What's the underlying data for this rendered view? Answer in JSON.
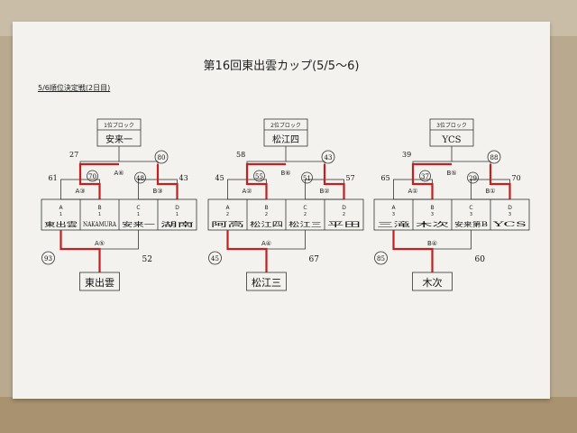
{
  "title": "第16回東出雲カップ(5/5〜6)",
  "subtitle": "5/6順位決定戦(2日目)",
  "blocks": [
    {
      "block_label": "1位ブロック",
      "winner_top": "安来一",
      "final_id": "A⑥",
      "semi_left": "A③",
      "semi_right": "B③",
      "teams": [
        {
          "grp": "A",
          "num": "1",
          "name": "東出雲"
        },
        {
          "grp": "B",
          "num": "1",
          "name": "NAKAMURA"
        },
        {
          "grp": "C",
          "num": "1",
          "name": "安来一"
        },
        {
          "grp": "D",
          "num": "1",
          "name": "湖南"
        }
      ],
      "scores": {
        "s1": "61",
        "s2": "27",
        "s3": "70",
        "s4": "48",
        "s5": "80",
        "s6": "43"
      },
      "third_id": "A⑤",
      "third_scores": {
        "left": "93",
        "right": "52"
      },
      "third_winner": "東出雲"
    },
    {
      "block_label": "2位ブロック",
      "winner_top": "松江四",
      "final_id": "B⑥",
      "semi_left": "A②",
      "semi_right": "B②",
      "teams": [
        {
          "grp": "A",
          "num": "2",
          "name": "阿高"
        },
        {
          "grp": "B",
          "num": "2",
          "name": "松江四"
        },
        {
          "grp": "C",
          "num": "2",
          "name": "松江三"
        },
        {
          "grp": "D",
          "num": "2",
          "name": "平田"
        }
      ],
      "scores": {
        "s1": "45",
        "s2": "58",
        "s3": "55",
        "s4": "51",
        "s5": "43",
        "s6": "57"
      },
      "third_id": "A④",
      "third_scores": {
        "left": "45",
        "right": "67"
      },
      "third_winner": "松江三"
    },
    {
      "block_label": "3位ブロック",
      "winner_top": "YCS",
      "final_id": "B⑤",
      "semi_left": "A①",
      "semi_right": "B①",
      "teams": [
        {
          "grp": "A",
          "num": "3",
          "name": "三滝"
        },
        {
          "grp": "B",
          "num": "3",
          "name": "木次"
        },
        {
          "grp": "C",
          "num": "3",
          "name": "安来第B"
        },
        {
          "grp": "D",
          "num": "3",
          "name": "YCS"
        }
      ],
      "scores": {
        "s1": "65",
        "s2": "39",
        "s3": "37",
        "s4": "29",
        "s5": "88",
        "s6": "70"
      },
      "third_id": "B④",
      "third_scores": {
        "left": "85",
        "right": "60"
      },
      "third_winner": "木次"
    }
  ]
}
